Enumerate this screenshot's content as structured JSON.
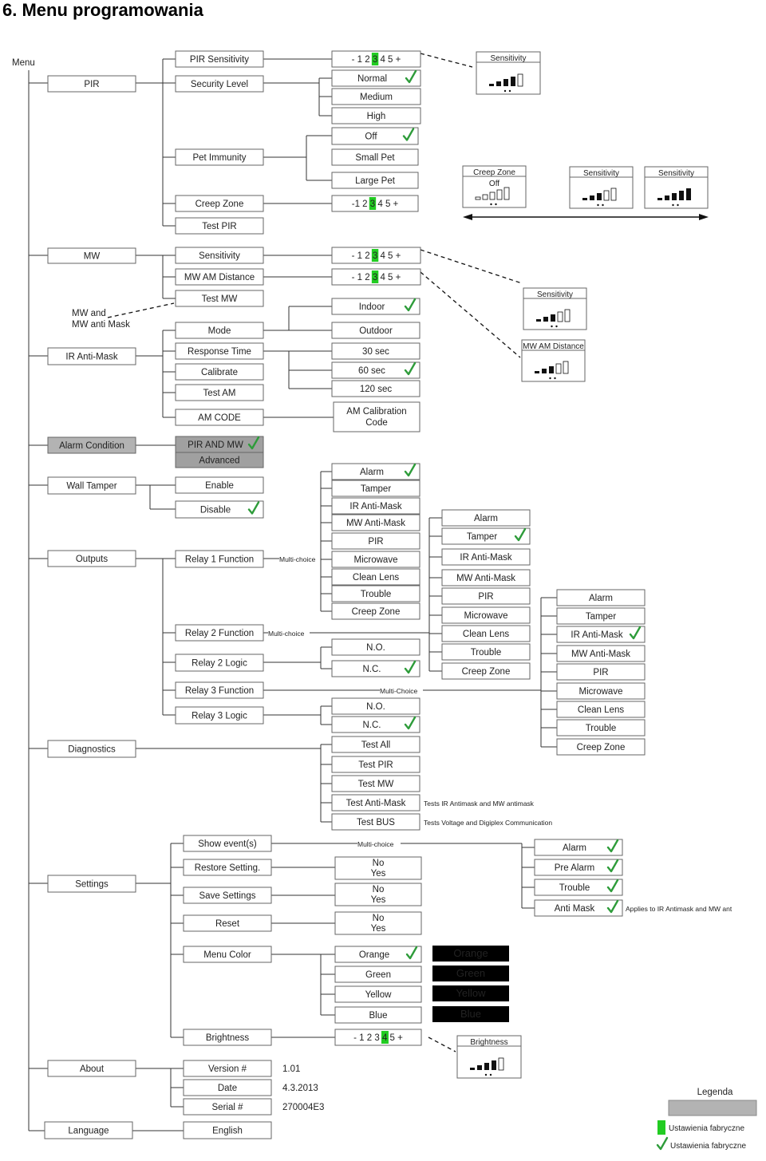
{
  "page": {
    "title": "6. Menu programowania"
  },
  "menu_label": "Menu",
  "main_items": [
    "PIR",
    "MW",
    "MW and",
    "MW anti Mask",
    "IR Anti-Mask",
    "Alarm Condition",
    "Wall Tamper",
    "Outputs",
    "Diagnostics",
    "Settings",
    "About",
    "Language"
  ],
  "pir": {
    "submenu": [
      "PIR Sensitivity",
      "Security Level",
      "Pet Immunity",
      "Creep Zone",
      "Test PIR"
    ],
    "scale_prefix": "- 1 2",
    "scale_sel": "3",
    "scale_suffix": "4 5 +",
    "scale_prefix2": "-1 2",
    "security_levels": [
      "Normal",
      "Medium",
      "High"
    ],
    "pet_options": [
      "Off",
      "Small Pet",
      "Large Pet"
    ]
  },
  "mw": {
    "submenu": [
      "Sensitivity",
      "MW AM Distance",
      "Test MW"
    ]
  },
  "antimask": {
    "submenu": [
      "Mode",
      "Response Time",
      "Calibrate",
      "Test AM",
      "AM CODE"
    ],
    "mode_options": [
      "Indoor",
      "Outdoor"
    ],
    "times": [
      "30 sec",
      "60 sec",
      "120 sec"
    ],
    "calib_code": [
      "AM Calibration",
      "Code"
    ]
  },
  "alarm_condition": [
    "PIR AND MW",
    "Advanced"
  ],
  "wall_tamper": [
    "Enable",
    "Disable"
  ],
  "outputs": {
    "submenu": [
      "Relay 1 Function",
      "Relay 2 Function",
      "Relay 2 Logic",
      "Relay 3 Function",
      "Relay 3 Logic"
    ],
    "multi": [
      "Multi-choice",
      "Multi-choice",
      "Multi-Choice"
    ],
    "relay_functions": [
      "Alarm",
      "Tamper",
      "IR Anti-Mask",
      "MW Anti-Mask",
      "PIR",
      "Microwave",
      "Clean Lens",
      "Trouble",
      "Creep Zone"
    ],
    "logic": [
      "N.O.",
      "N.C."
    ]
  },
  "diagnostics": {
    "items": [
      "Test All",
      "Test PIR",
      "Test MW",
      "Test Anti-Mask",
      "Test BUS"
    ],
    "notes": [
      "Tests IR Antimask and MW antimask",
      "Tests Voltage and Digiplex Communication"
    ]
  },
  "settings": {
    "submenu": [
      "Show event(s)",
      "Restore Setting.",
      "Save Settings",
      "Reset",
      "Menu Color",
      "Brightness"
    ],
    "multi": "Multi-choice",
    "no": "No",
    "yes": "Yes",
    "events": [
      "Alarm",
      "Pre Alarm",
      "Trouble",
      "Anti Mask"
    ],
    "events_note": "Applies to IR Antimask and MW ant",
    "colors": [
      "Orange",
      "Green",
      "Yellow",
      "Blue"
    ],
    "color_hex": [
      "#ff8c1a",
      "#1fcf2f",
      "#f3e51a",
      "#33c6e8"
    ],
    "brightness_prefix": "- 1 2 3",
    "brightness_sel": "4",
    "brightness_suffix": "5 +"
  },
  "about": {
    "labels": [
      "Version #",
      "Date",
      "Serial #"
    ],
    "values": [
      "1.01",
      "4.3.2013",
      "270004E3"
    ]
  },
  "language": {
    "value": "English"
  },
  "displays": {
    "sensitivity": "Sensitivity",
    "creep_zone": "Creep Zone",
    "creep_off": "Off",
    "mw_am_distance": "MW AM Distance",
    "brightness": "Brightness"
  },
  "legend": {
    "title": "Legenda",
    "factory1": "Ustawienia fabryczne",
    "factory2": "Ustawienia fabryczne"
  },
  "colors": {
    "factory_default": "#22cc22",
    "check": "#2e9c3a",
    "advanced_fill": "#a0a0a0"
  }
}
